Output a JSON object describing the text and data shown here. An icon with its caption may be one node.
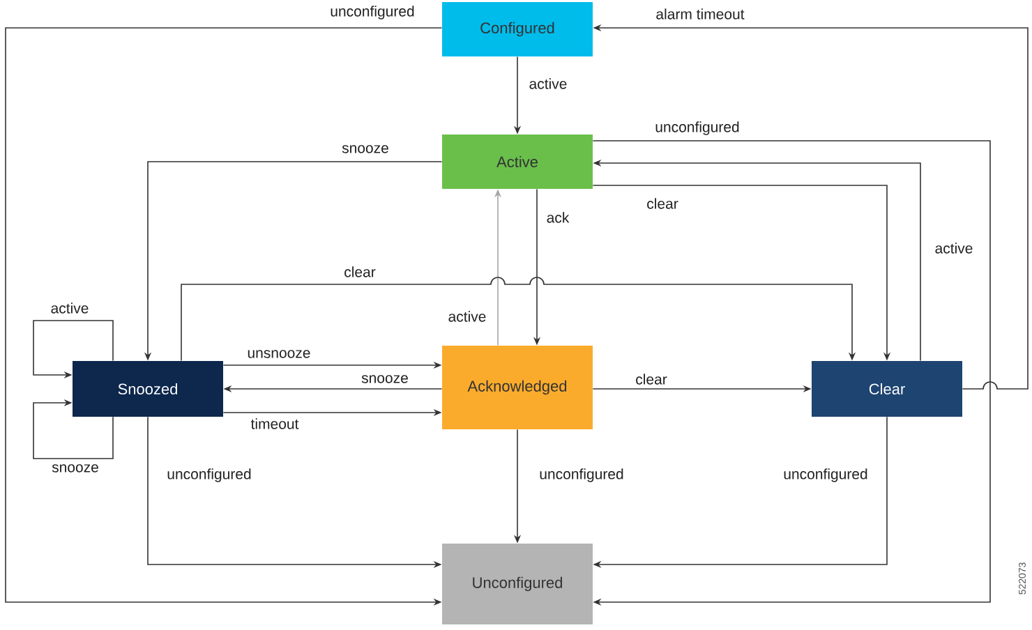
{
  "diagram": {
    "nodes": [
      {
        "text": [
          "Configured"
        ]
      },
      {
        "text": [
          "Active"
        ]
      },
      {
        "text": [
          "Snoozed"
        ]
      },
      {
        "text": [
          "Acknowledged"
        ]
      },
      {
        "text": [
          "Clear"
        ]
      },
      {
        "text": [
          "Unconfigured"
        ]
      }
    ],
    "edges": [
      {
        "from": 0,
        "to": 5,
        "arrow": "to",
        "label": "unconfigured"
      },
      {
        "from": 0,
        "to": 1,
        "arrow": "to",
        "label": "active"
      },
      {
        "from": 4,
        "to": 0,
        "arrow": "to",
        "label": "alarm timeout"
      },
      {
        "from": 1,
        "to": 5,
        "arrow": "to",
        "label": "unconfigured"
      },
      {
        "from": 1,
        "to": 2,
        "arrow": "to",
        "label": "snooze"
      },
      {
        "from": 1,
        "to": 4,
        "arrow": "to",
        "label": "clear"
      },
      {
        "from": 4,
        "to": 1,
        "arrow": "to",
        "label": "active"
      },
      {
        "from": 1,
        "to": 3,
        "arrow": "to",
        "label": "ack"
      },
      {
        "from": 3,
        "to": 1,
        "arrow": "to",
        "label": "active",
        "color": "#a6a6a6"
      },
      {
        "from": 2,
        "to": 4,
        "arrow": "to",
        "label": "clear"
      },
      {
        "from": 2,
        "to": 3,
        "arrow": "to",
        "label": "unsnooze"
      },
      {
        "from": 3,
        "to": 2,
        "arrow": "to",
        "label": "snooze"
      },
      {
        "from": 2,
        "to": 3,
        "arrow": "to",
        "label": "timeout"
      },
      {
        "from": 3,
        "to": 4,
        "arrow": "to",
        "label": "clear"
      },
      {
        "from": 2,
        "to": 2,
        "arrow": "to",
        "label": "active"
      },
      {
        "from": 2,
        "to": 2,
        "arrow": "to",
        "label": "snooze"
      },
      {
        "from": 2,
        "to": 5,
        "arrow": "to",
        "label": "unconfigured"
      },
      {
        "from": 3,
        "to": 5,
        "arrow": "to",
        "label": "unconfigured"
      },
      {
        "from": 4,
        "to": 5,
        "arrow": "to",
        "label": "unconfigured"
      }
    ],
    "labels": [
      "522073"
    ]
  }
}
